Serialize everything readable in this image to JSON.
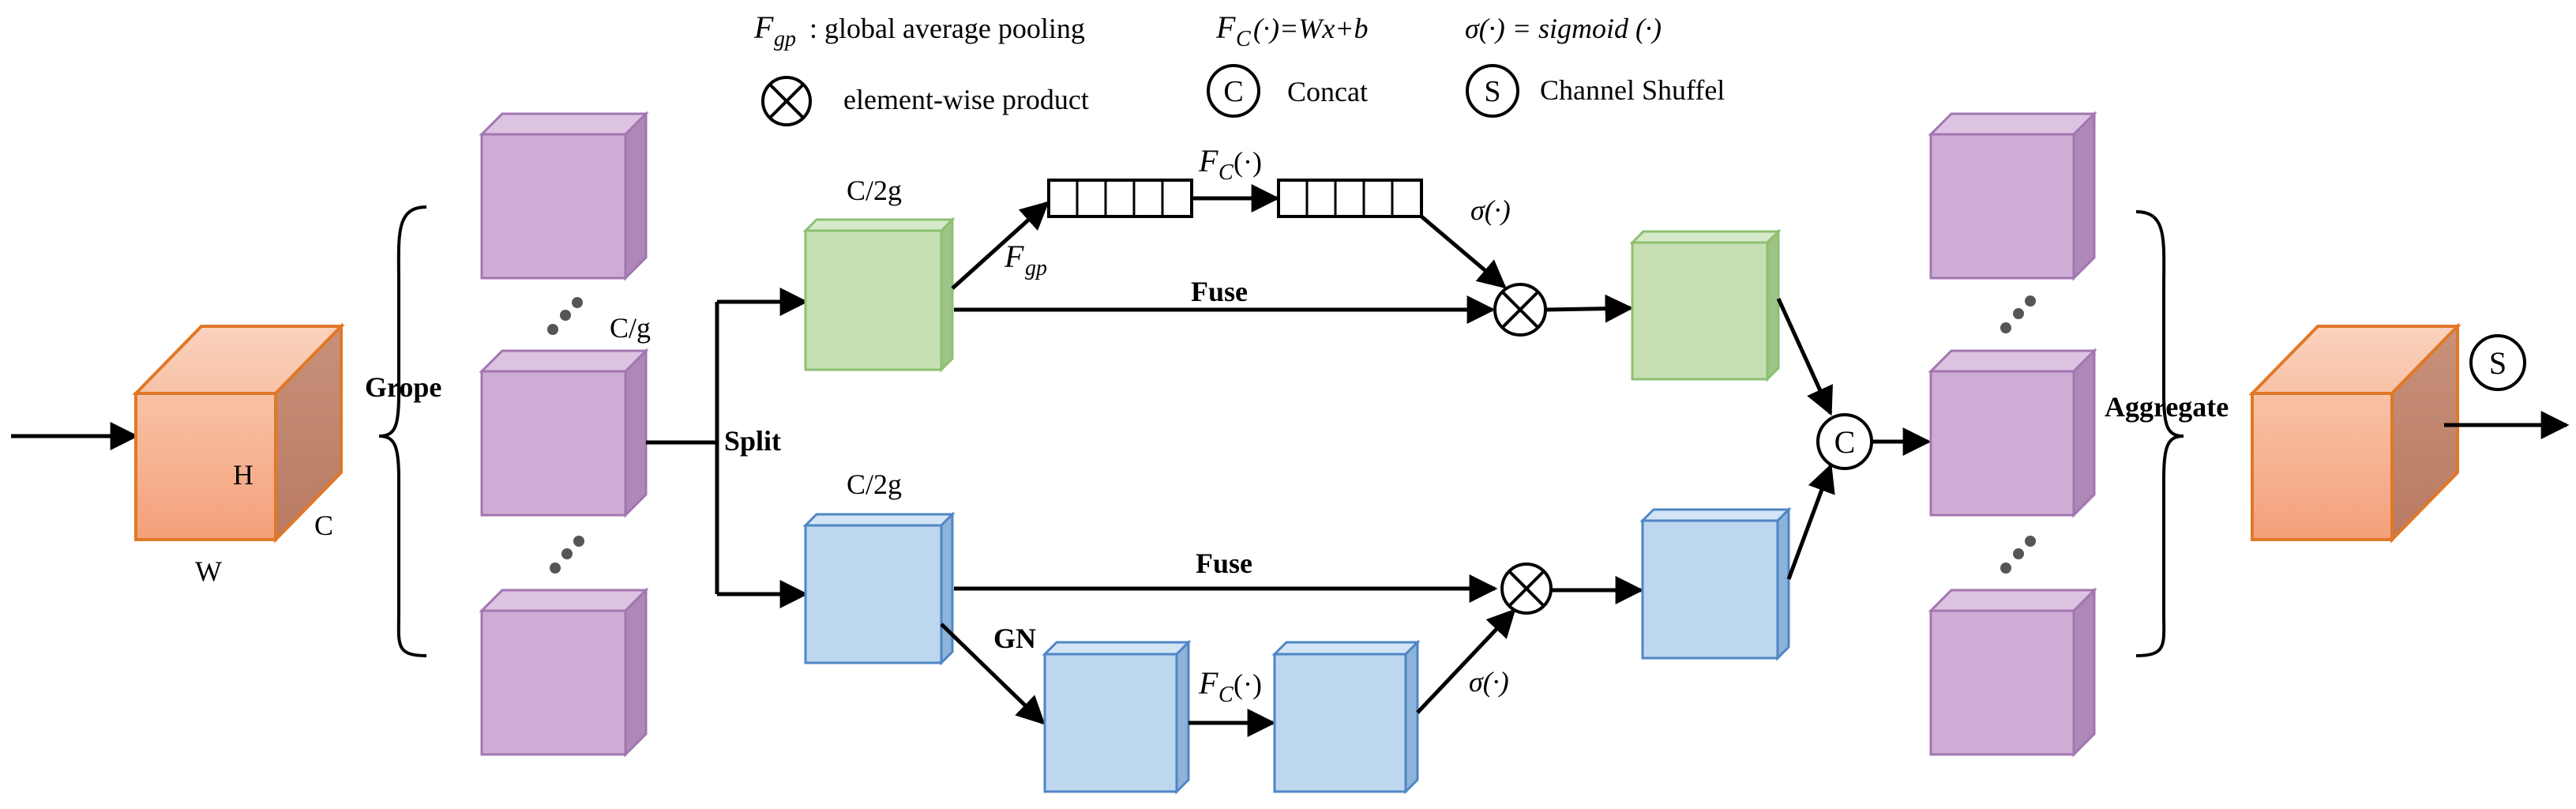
{
  "legend": {
    "fgp_symbol": "F",
    "fgp_sub": "gp",
    "fgp_desc": ":  global average pooling",
    "fc_symbol": "F",
    "fc_sub": "C",
    "fc_desc": "(·)=Wx+b",
    "sigma_desc": "σ(·) = sigmoid (·)",
    "product_desc": "element-wise product",
    "concat_symbol": "C",
    "concat_desc": "Concat",
    "shuffle_symbol": "S",
    "shuffle_desc": "Channel Shuffel"
  },
  "input": {
    "h": "H",
    "w": "W",
    "c": "C"
  },
  "labels": {
    "grope": "Grope",
    "cg": "C/g",
    "split": "Split",
    "c2g_top": "C/2g",
    "c2g_bottom": "C/2g",
    "fgp_arrow_F": "F",
    "fgp_arrow_sub": "gp",
    "fc_top_F": "F",
    "fc_top_sub": "C",
    "fc_top_rest": "(·)",
    "sigma_top": "σ(·)",
    "fuse_top": "Fuse",
    "fuse_bottom": "Fuse",
    "gn": "GN",
    "fc_bottom_F": "F",
    "fc_bottom_sub": "C",
    "fc_bottom_rest": "(·)",
    "sigma_bottom": "σ(·)",
    "concat_node": "C",
    "aggregate": "Aggregate",
    "shuffle_node": "S"
  },
  "colors": {
    "orange_front": "#F4A57E",
    "orange_border": "#E07828",
    "purple_front": "#CDADD5",
    "purple_border": "#A276B0",
    "green_front": "#C6E0B4",
    "green_border": "#8FBF72",
    "blue_front": "#BDD7EE",
    "blue_border": "#4F86C6"
  }
}
